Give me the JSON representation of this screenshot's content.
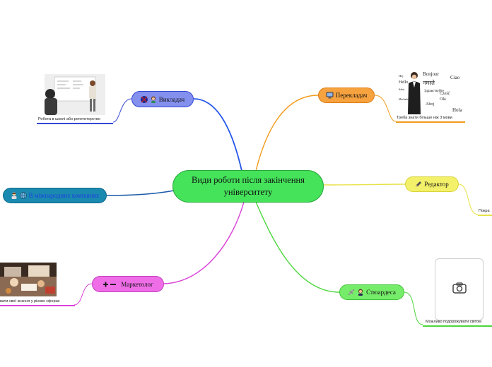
{
  "center": {
    "title": "Види роботи після закінчення університету"
  },
  "branches": [
    {
      "id": "vykladach",
      "label": "Викладач",
      "icons": [
        "flag-australia-icon",
        "teacher-woman-icon"
      ],
      "note": "Робота в школі або репетиторство",
      "color": "#3347d4"
    },
    {
      "id": "perekladach",
      "label": "Перекладач",
      "icons": [
        "computer-monitor-icon"
      ],
      "note": "Треба знати більше ніж 3 мови",
      "color": "#f29a1a"
    },
    {
      "id": "redaktor",
      "label": "Редактор",
      "icons": [
        "pencil-icon"
      ],
      "note": "Покра",
      "color": "#e8e24a"
    },
    {
      "id": "mizhnarodni",
      "label": "В міжнародних компаніях",
      "icons": [
        "businessman-icon",
        "globe-icon"
      ],
      "note": "",
      "color": "#2266cc"
    },
    {
      "id": "marketoloh",
      "label": "Маркетолог",
      "icons": [
        "plus-minus-icon"
      ],
      "note": "вати свої знання у різних сферах",
      "color": "#d940d8"
    },
    {
      "id": "styuardesa",
      "label": "Стюардеса",
      "icons": [
        "airplane-icon",
        "flight-attendant-icon"
      ],
      "note": "Можливо подорожувати світом",
      "color": "#4cd63c"
    }
  ],
  "translator_words": [
    "Bonjour",
    "Ciao",
    "Hello",
    "Hola",
    "Здравствуйте",
    "नमस्ते",
    "Hej",
    "Olá",
    "Salut",
    "Ahoj",
    "Merhaba",
    "Cześć"
  ]
}
